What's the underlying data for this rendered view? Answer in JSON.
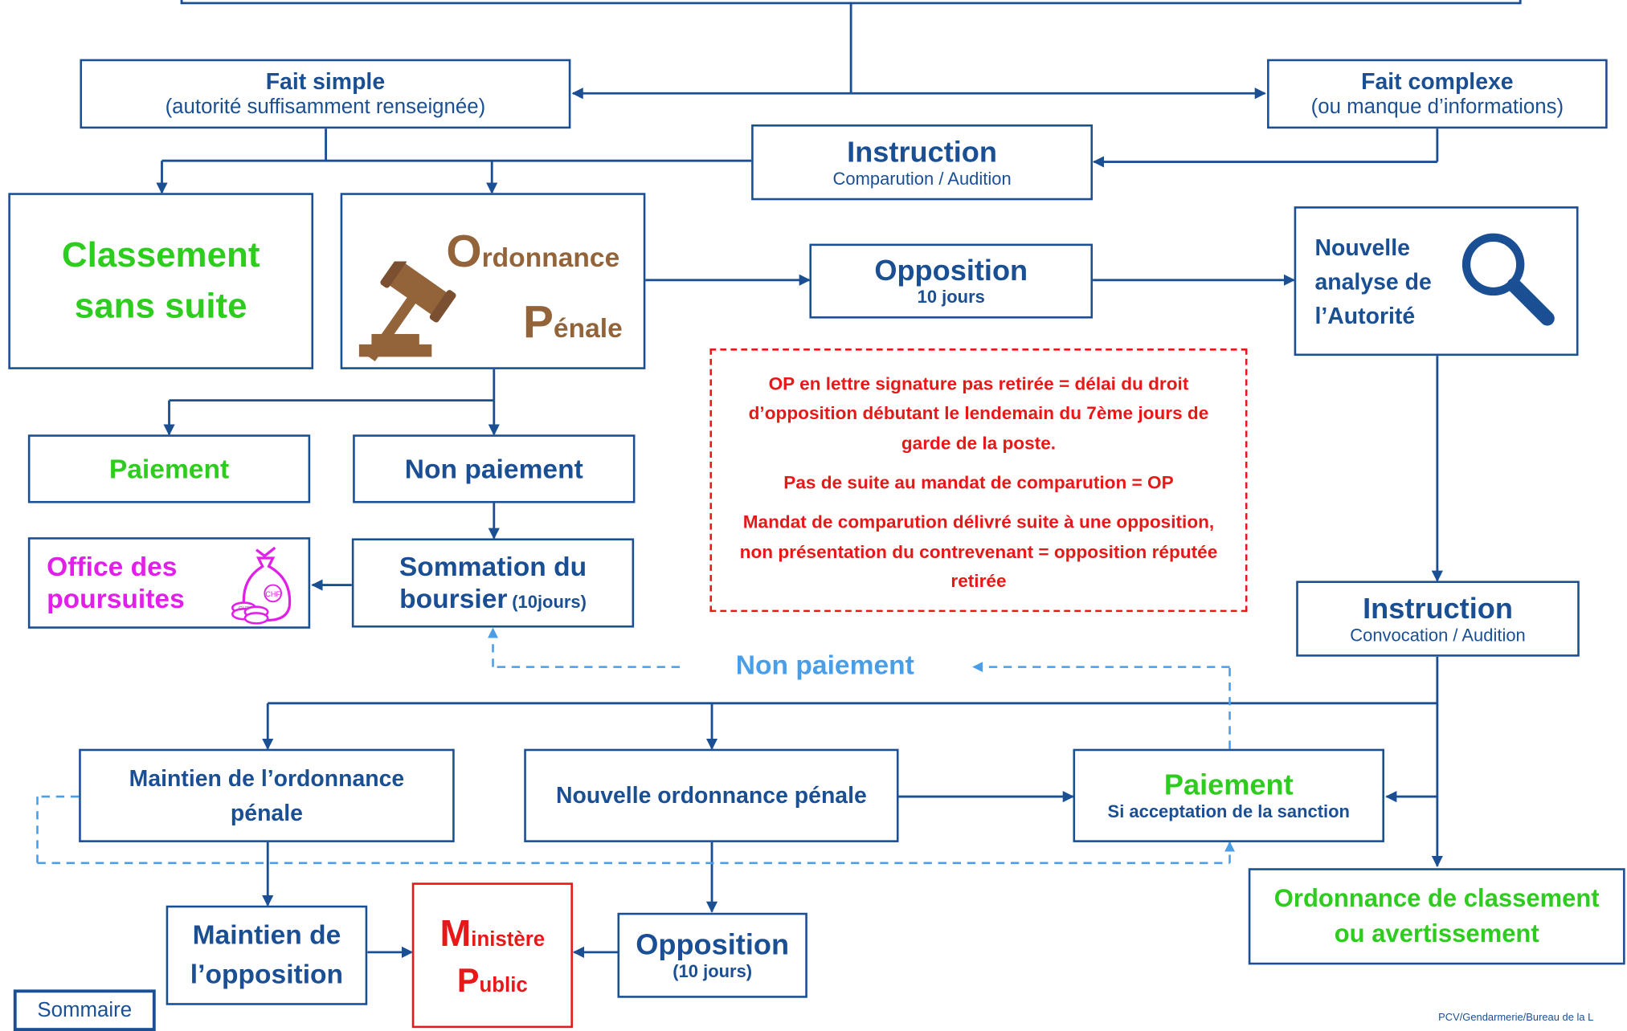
{
  "colors": {
    "blue": "#1a4f94",
    "green": "#2ecc1f",
    "violet": "#e020e8",
    "brown": "#93633a",
    "red": "#e81818",
    "light_blue": "#4a9ee8"
  },
  "boxes": {
    "fait_simple": {
      "title": "Fait simple",
      "subtitle": "(autorité suffisamment renseignée)"
    },
    "fait_complexe": {
      "title": "Fait complexe",
      "subtitle": "(ou manque d’informations)"
    },
    "instruction_top": {
      "title": "Instruction",
      "subtitle": "Comparution / Audition"
    },
    "classement": {
      "line1": "Classement",
      "line2": "sans suite"
    },
    "ordonnance": {
      "o_cap": "O",
      "o_rest": "rdonnance",
      "p_cap": "P",
      "p_rest": "énale"
    },
    "opposition_top": {
      "title": "Opposition",
      "subtitle": "10 jours"
    },
    "nouvelle_analyse": {
      "line1": "Nouvelle",
      "line2": "analyse de",
      "line3": "l’Autorité"
    },
    "paiement_left": {
      "label": "Paiement"
    },
    "non_paiement": {
      "label": "Non paiement"
    },
    "office": {
      "line1": "Office des",
      "line2": "poursuites"
    },
    "sommation": {
      "line1": "Sommation du",
      "line2": "boursier",
      "days": "(10jours)"
    },
    "instruction_right": {
      "title": "Instruction",
      "subtitle": "Convocation / Audition"
    },
    "maintien_ordonnance": {
      "line1": "Maintien de l’ordonnance",
      "line2": "pénale"
    },
    "nouvelle_ordonnance": {
      "label": "Nouvelle ordonnance pénale"
    },
    "paiement_right": {
      "title": "Paiement",
      "subtitle": "Si acceptation de la sanction"
    },
    "ordonnance_classement": {
      "line1": "Ordonnance de classement",
      "line2": "ou avertissement"
    },
    "maintien_opposition": {
      "line1": "Maintien de",
      "line2": "l’opposition"
    },
    "ministere": {
      "m_cap": "M",
      "m_rest": "inistère",
      "p_cap": "P",
      "p_rest": "ublic"
    },
    "opposition_bottom": {
      "title": "Opposition",
      "subtitle": "(10 jours)"
    }
  },
  "non_paiement_label": "Non paiement",
  "note": [
    "OP en lettre signature pas retirée = délai du droit d’opposition débutant le lendemain du 7ème jours de garde de la poste.",
    "Pas de suite au mandat de comparution = OP",
    "Mandat de comparution délivré suite à une opposition, non présentation du contrevenant = opposition réputée retirée"
  ],
  "sommaire": "Sommaire",
  "coin_labels": {
    "bag": "CHF",
    "coin": "CHF"
  },
  "footer": "PCV/Gendarmerie/Bureau de la L"
}
